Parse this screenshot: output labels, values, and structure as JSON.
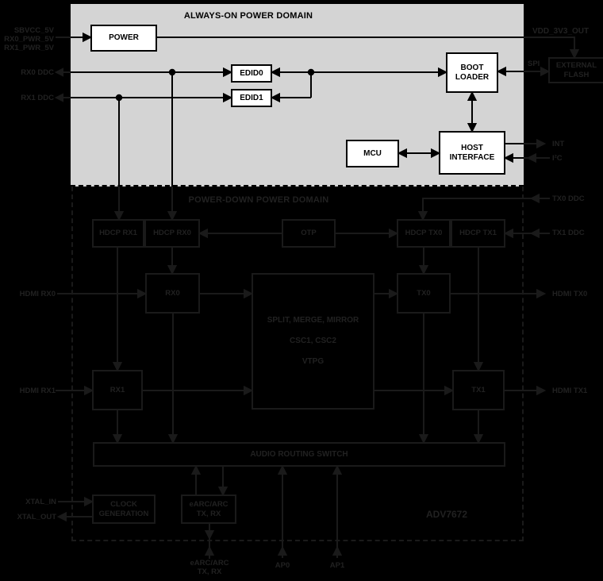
{
  "diagram": {
    "always_on_domain": {
      "title": "ALWAYS-ON POWER DOMAIN",
      "blocks": {
        "power": "POWER",
        "edid0": "EDID0",
        "edid1": "EDID1",
        "boot_loader": "BOOT\nLOADER",
        "mcu": "MCU",
        "host_interface": "HOST\nINTERFACE"
      }
    },
    "power_down_domain": {
      "title": "POWER-DOWN POWER DOMAIN",
      "blocks": {
        "hdcp_rx1": "HDCP RX1",
        "hdcp_rx0": "HDCP RX0",
        "otp": "OTP",
        "hdcp_tx0": "HDCP TX0",
        "hdcp_tx1": "HDCP TX1",
        "rx0": "RX0",
        "tx0": "TX0",
        "rx1": "RX1",
        "tx1": "TX1",
        "video_processor": {
          "line1": "SPLIT, MERGE, MIRROR",
          "line2": "CSC1, CSC2",
          "line3": "VTPG"
        },
        "audio_switch": "AUDIO ROUTING SWITCH",
        "clock_generation": "CLOCK\nGENERATION",
        "earc_arc": "eARC/ARC\nTX, RX"
      },
      "part_number": "ADV7672"
    },
    "pins": {
      "left": {
        "supply": "SBVCC_5V\nRX0_PWR_5V\nRX1_PWR_5V",
        "rx0_ddc": "RX0 DDC",
        "rx1_ddc": "RX1 DDC",
        "hdmi_rx0": "HDMI RX0",
        "hdmi_rx1": "HDMI RX1",
        "xtal_in": "XTAL_IN",
        "xtal_out": "XTAL_OUT"
      },
      "right": {
        "vdd_3v3_out": "VDD_3V3_OUT",
        "spi": "SPI",
        "external_flash": "EXTERNAL\nFLASH",
        "int": "INT",
        "i2c": "I²C",
        "tx0_ddc": "TX0 DDC",
        "tx1_ddc": "TX1 DDC",
        "hdmi_tx0": "HDMI TX0",
        "hdmi_tx1": "HDMI TX1"
      },
      "bottom": {
        "earc_arc": "eARC/ARC\nTX, RX",
        "ap0": "AP0",
        "ap1": "AP1"
      }
    },
    "colors": {
      "background": "#000000",
      "domain_fill": "#d4d4d4",
      "block_fill": "#ffffff",
      "line": "#000000",
      "ghost": "#1a1a1a"
    }
  }
}
